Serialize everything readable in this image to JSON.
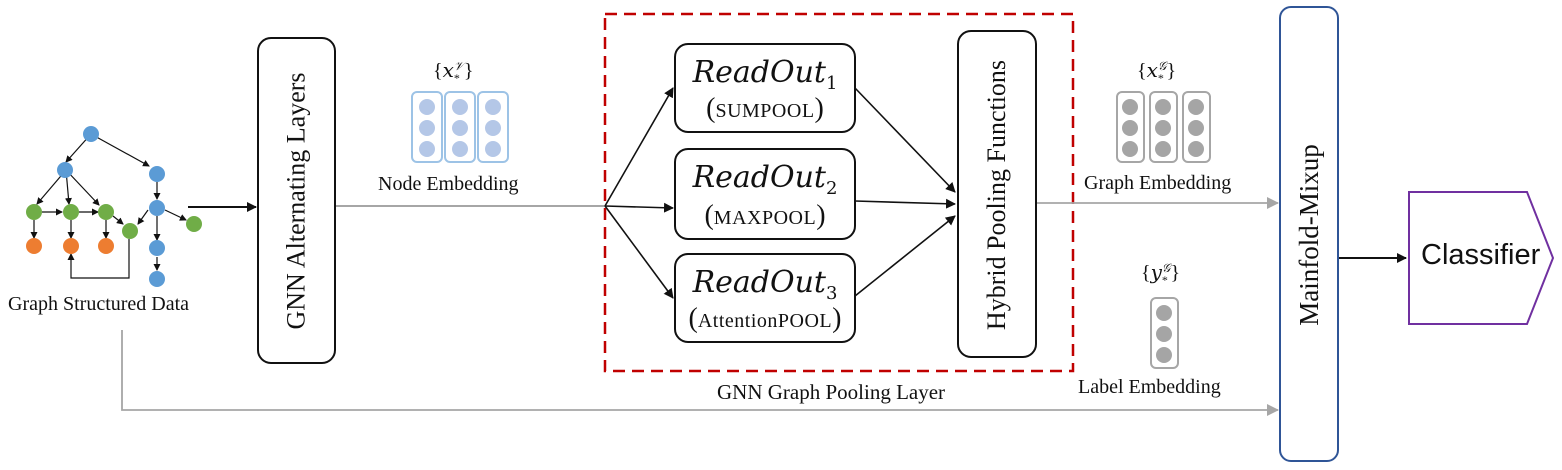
{
  "input": {
    "caption": "Graph Structured Data"
  },
  "gnn_layers": {
    "label": "GNN Alternating Layers"
  },
  "node_embedding": {
    "caption": "Node Embedding",
    "symbol": "x",
    "sup": "𝒱",
    "sub": "*"
  },
  "pooling_layer": {
    "caption": "GNN Graph Pooling Layer",
    "readouts": [
      {
        "name": "ReadOut",
        "index": "1",
        "function": "SUMPOOL"
      },
      {
        "name": "ReadOut",
        "index": "2",
        "function": "MAXPOOL"
      },
      {
        "name": "ReadOut",
        "index": "3",
        "function": "AttentionPOOL"
      }
    ],
    "hybrid": {
      "label": "Hybrid Pooling Functions"
    }
  },
  "graph_embedding": {
    "caption": "Graph Embedding",
    "symbol": "x",
    "sup": "𝒢",
    "sub": "*"
  },
  "label_embedding": {
    "caption": "Label Embedding",
    "symbol": "y",
    "sup": "𝒢",
    "sub": "*"
  },
  "mixup": {
    "label": "Mainfold-Mixup"
  },
  "classifier": {
    "label": "Classifier"
  },
  "colors": {
    "node_blue": "#5b9bd5",
    "node_green": "#70ad47",
    "node_orange": "#ed7d31",
    "node_emb_fill": "#b4c7e7",
    "node_emb_border": "#9dc3e6",
    "graph_emb_fill": "#a5a5a5",
    "graph_emb_border": "#a6a6a6",
    "dashed_red": "#c00000",
    "mixup_border": "#2f5597",
    "classifier_border": "#7030a0",
    "grey_arrow": "#a6a6a6"
  }
}
